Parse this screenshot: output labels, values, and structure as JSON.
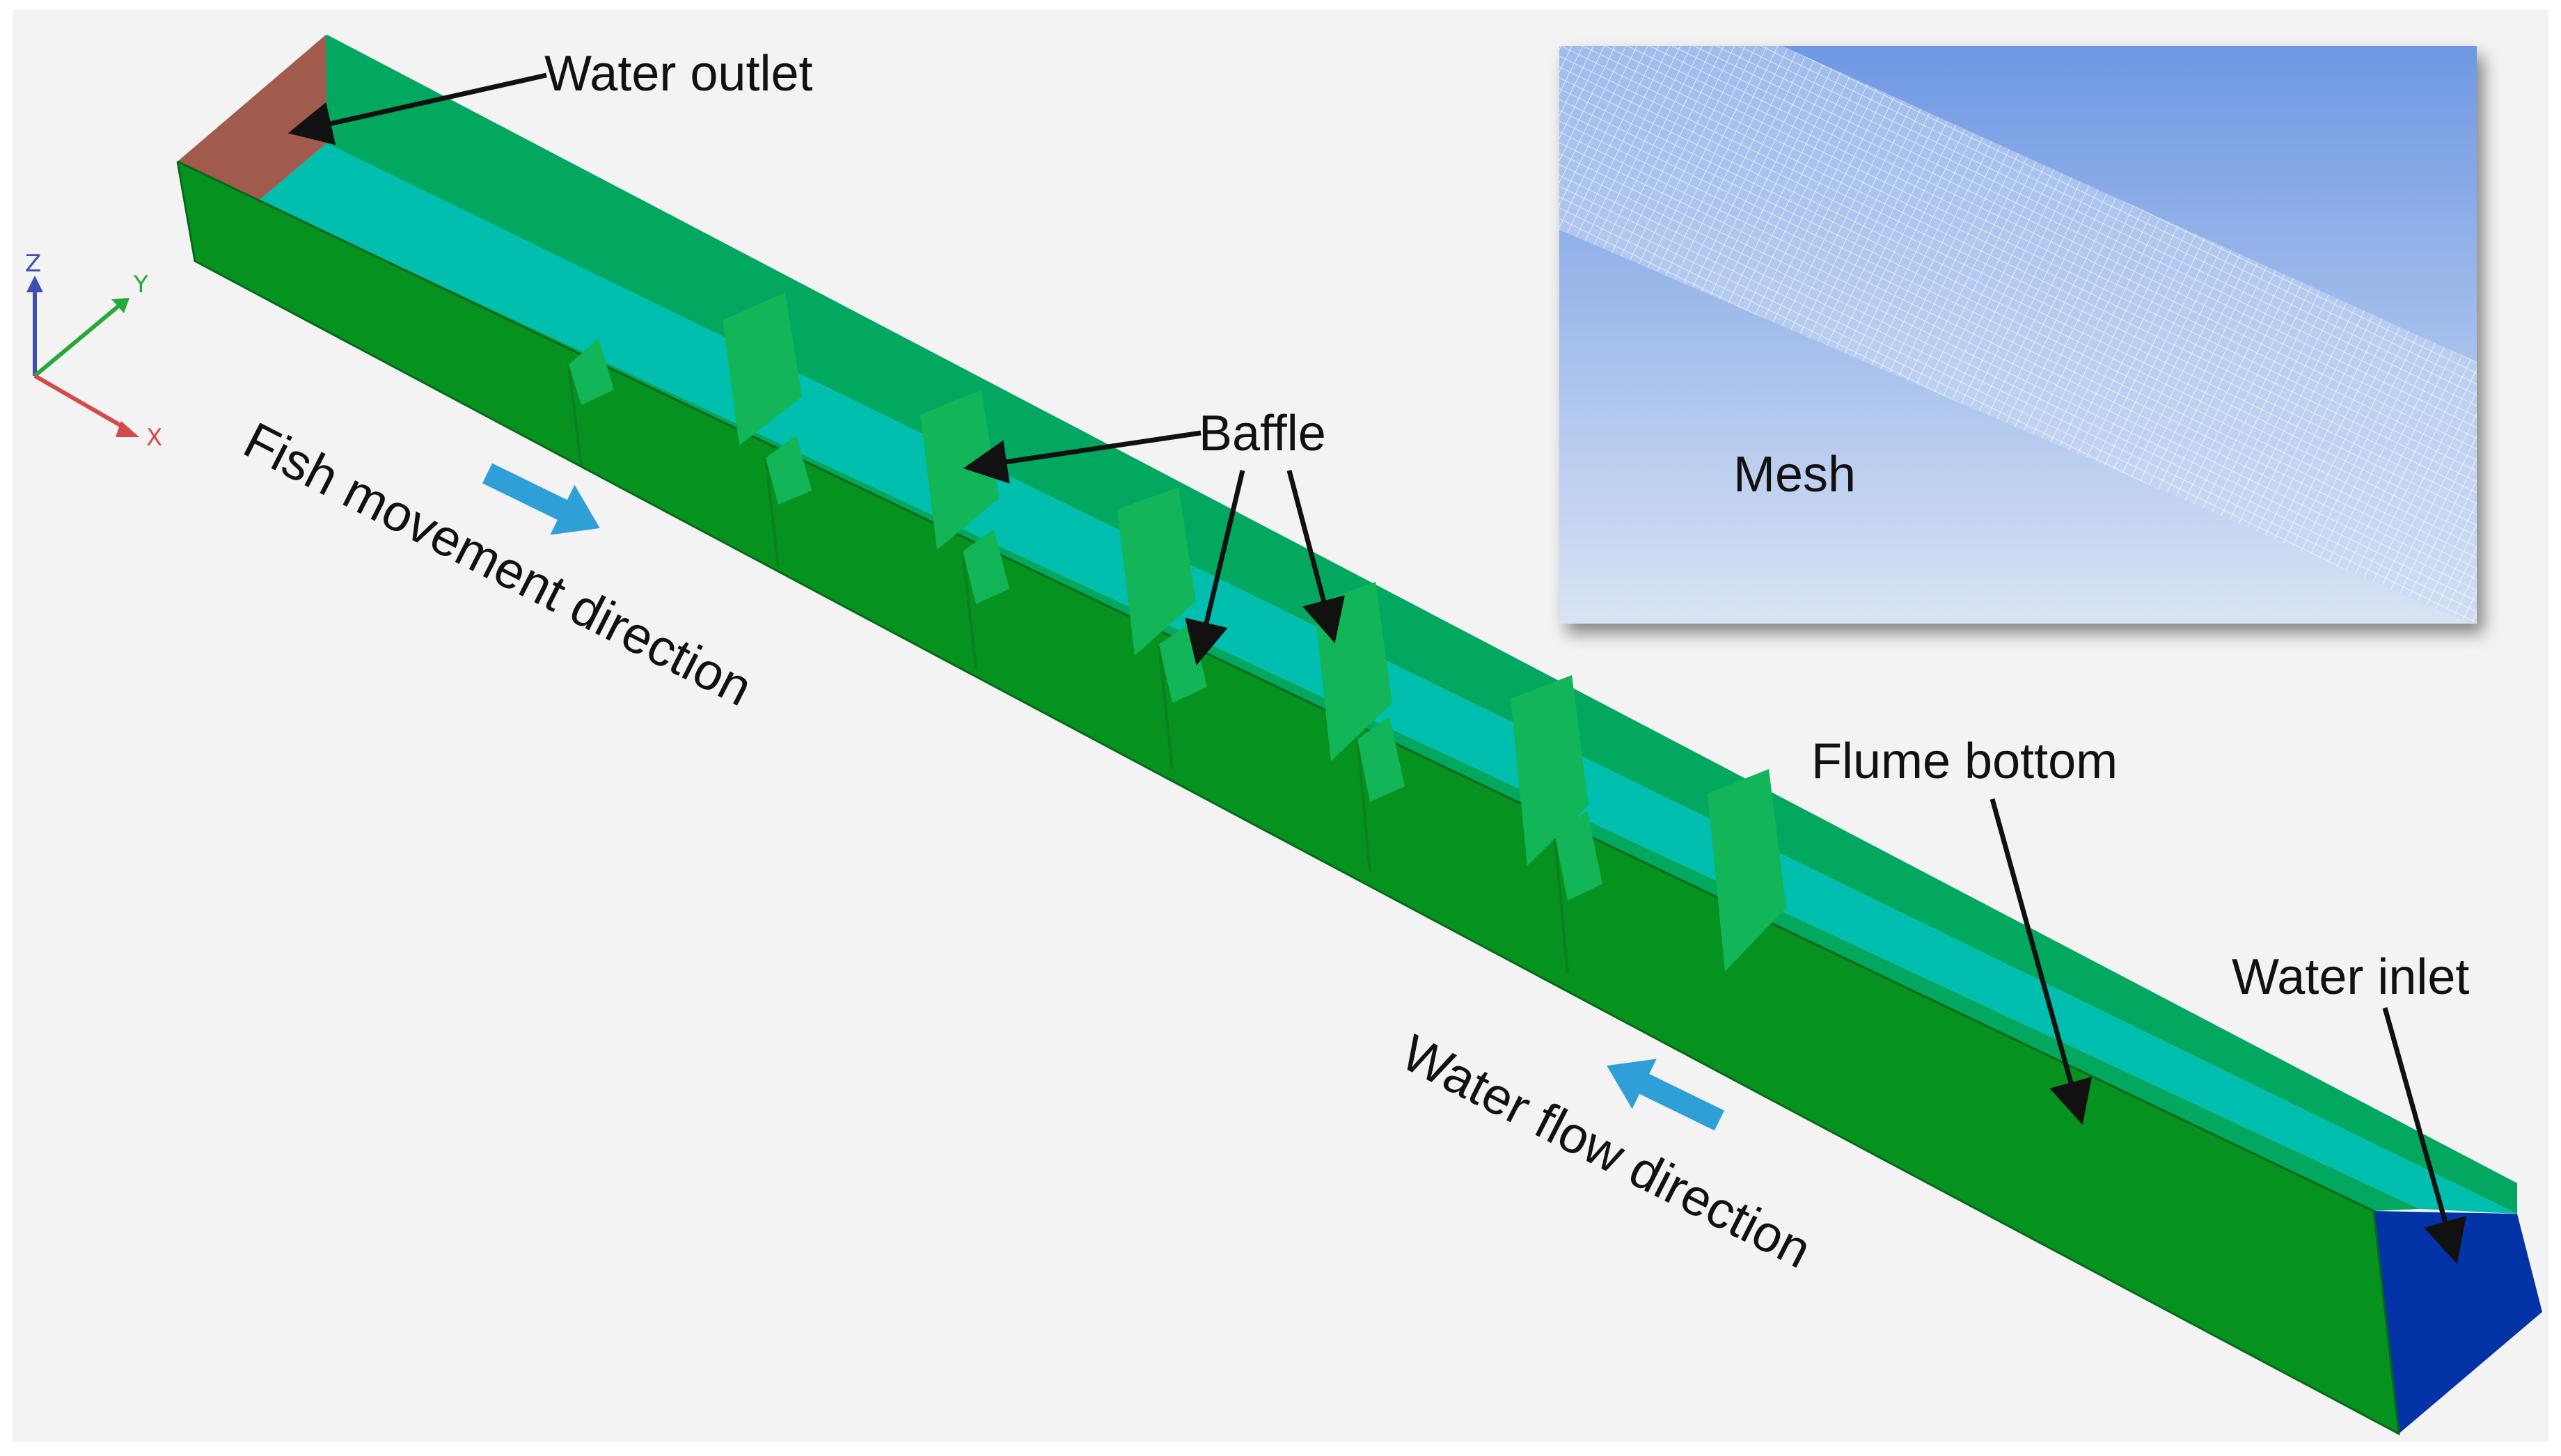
{
  "labels": {
    "water_outlet": "Water outlet",
    "baffle": "Baffle",
    "flume_bottom": "Flume bottom",
    "water_inlet": "Water inlet",
    "fish_movement": "Fish movement direction",
    "water_flow": "Water flow direction",
    "mesh": "Mesh"
  },
  "axes": {
    "z": "Z",
    "y": "Y",
    "x": "X"
  },
  "colors": {
    "background": "#f3f3f3",
    "wall_front": "#05921e",
    "wall_top": "#03a860",
    "floor": "#01bfae",
    "baffle": "#12b558",
    "outlet": "#a05b4c",
    "inlet": "#0333a6",
    "arrow_blue": "#2f9fd8",
    "mesh_sky_top": "#6e98e3",
    "mesh_sky_bottom": "#d9e3f4",
    "axis_z": "#3d4fb0",
    "axis_y": "#27a83a",
    "axis_x": "#d34a4a"
  }
}
